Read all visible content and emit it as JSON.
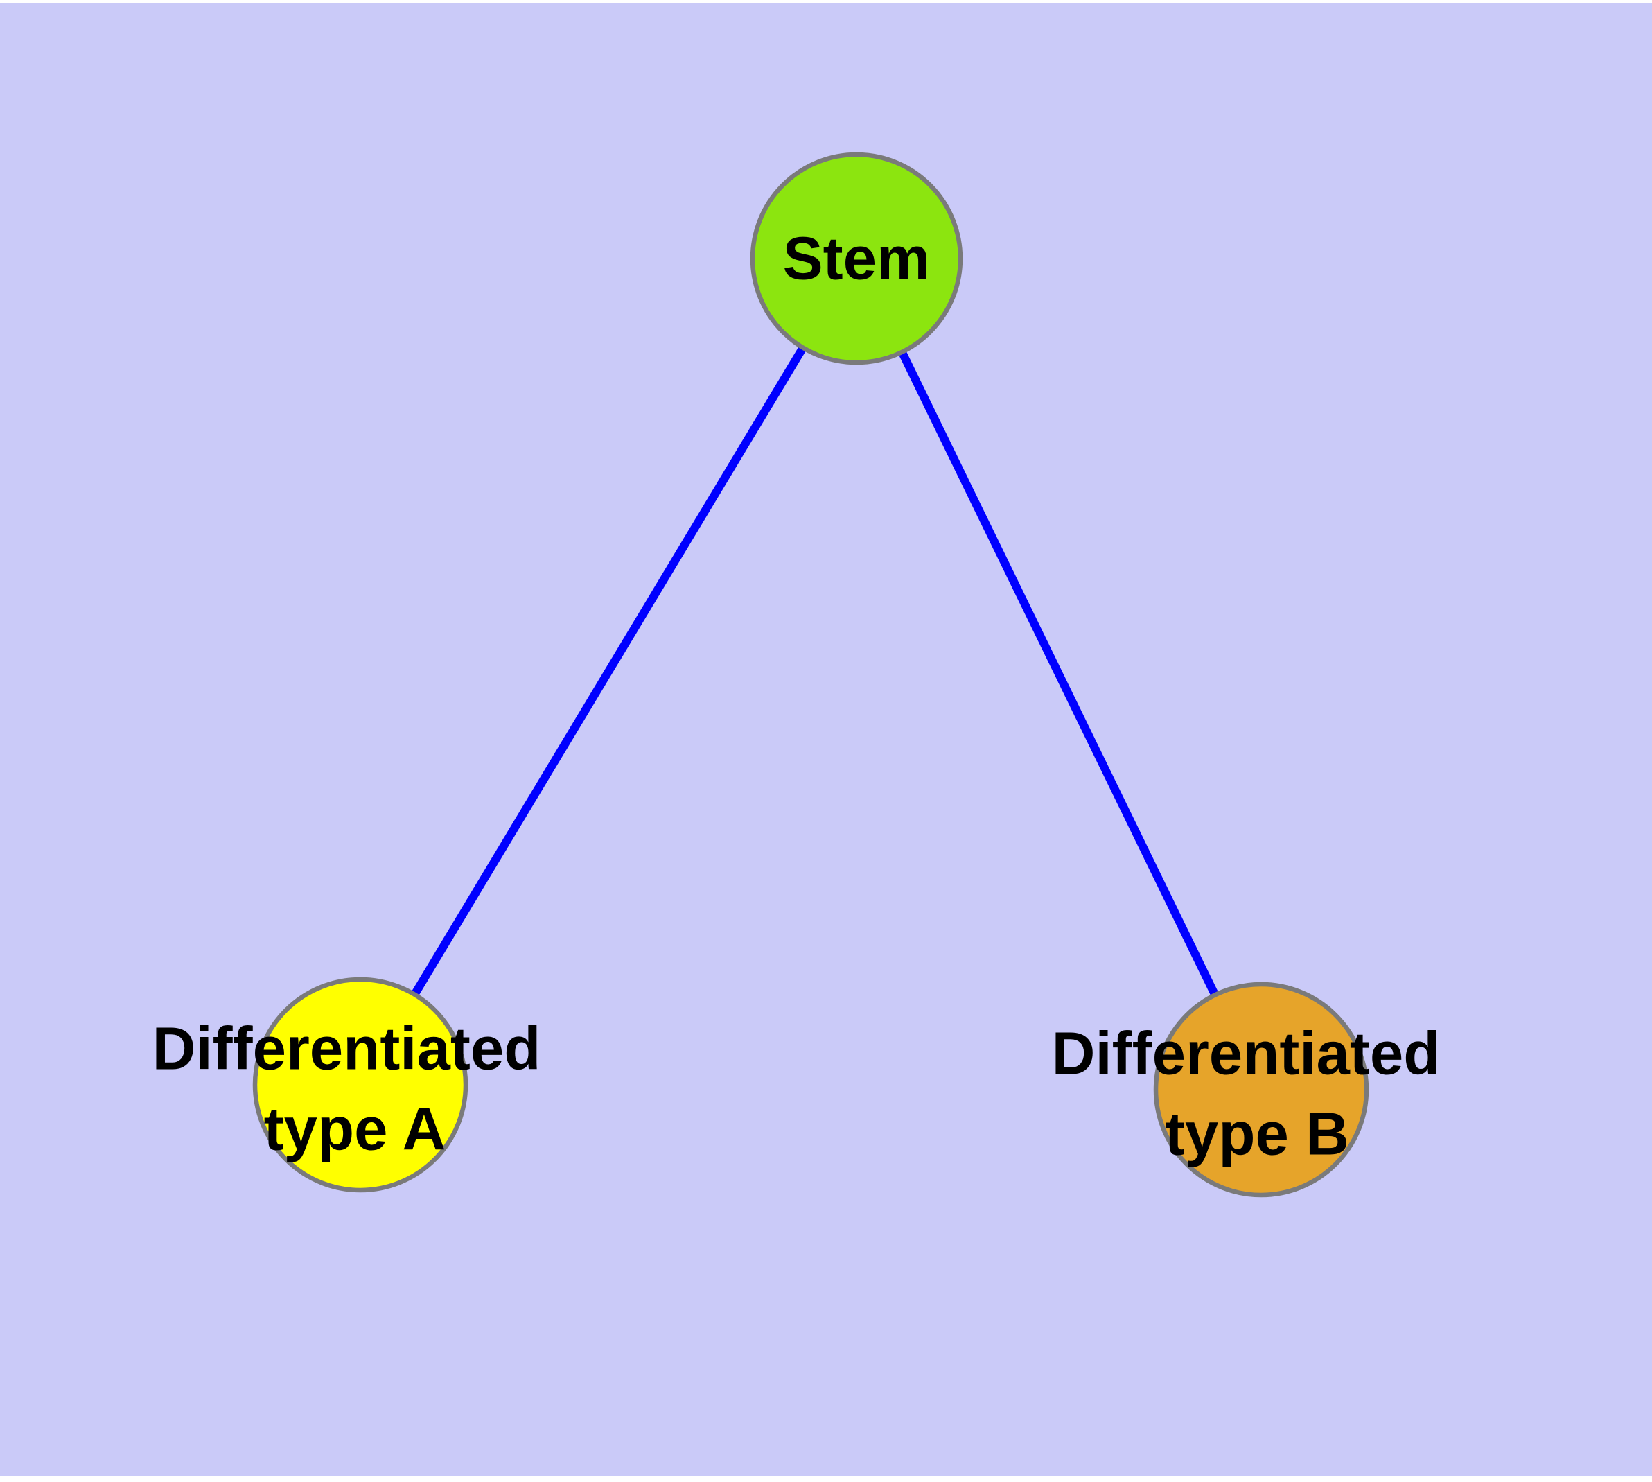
{
  "diagram": {
    "type": "graph",
    "background_color": "#cacaf8",
    "frame_color": "#ffffff",
    "edge_color": "#0000ff",
    "node_border_color": "#7a7a7a",
    "nodes": [
      {
        "id": "stem",
        "label": "Stem",
        "label_line1": "Stem",
        "label_line2": "",
        "fill": "#8ce50f"
      },
      {
        "id": "type-a",
        "label": "Differentiated type A",
        "label_line1": "Differentiated",
        "label_line2": "type A",
        "fill": "#ffff00"
      },
      {
        "id": "type-b",
        "label": "Differentiated type B",
        "label_line1": "Differentiated",
        "label_line2": "type B",
        "fill": "#e6a42a"
      }
    ],
    "edges": [
      {
        "from": "Stem",
        "to": "Differentiated type A"
      },
      {
        "from": "Stem",
        "to": "Differentiated type B"
      }
    ]
  }
}
